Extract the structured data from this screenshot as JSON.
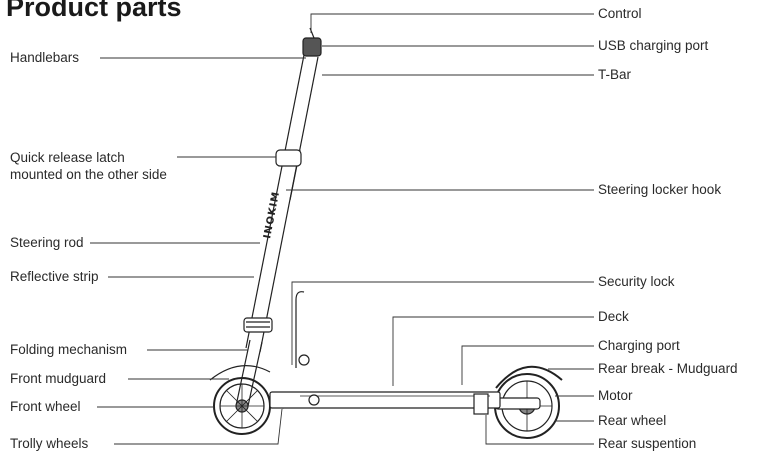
{
  "title": "Product parts",
  "brand_mark": "INOKIM",
  "labels": {
    "control": "Control",
    "usb_charging_port": "USB charging port",
    "t_bar": "T-Bar",
    "steering_locker_hook": "Steering locker hook",
    "security_lock": "Security lock",
    "deck": "Deck",
    "charging_port": "Charging port",
    "rear_break_mudguard": "Rear break - Mudguard",
    "motor": "Motor",
    "rear_wheel": "Rear wheel",
    "rear_suspension": "Rear suspention",
    "handlebars": "Handlebars",
    "quick_release_latch_1": "Quick release latch",
    "quick_release_latch_2": "mounted on the other side",
    "steering_rod": "Steering rod",
    "reflective_strip": "Reflective strip",
    "folding_mechanism": "Folding mechanism",
    "front_mudguard": "Front mudguard",
    "front_wheel": "Front wheel",
    "trolly_wheels": "Trolly wheels"
  }
}
